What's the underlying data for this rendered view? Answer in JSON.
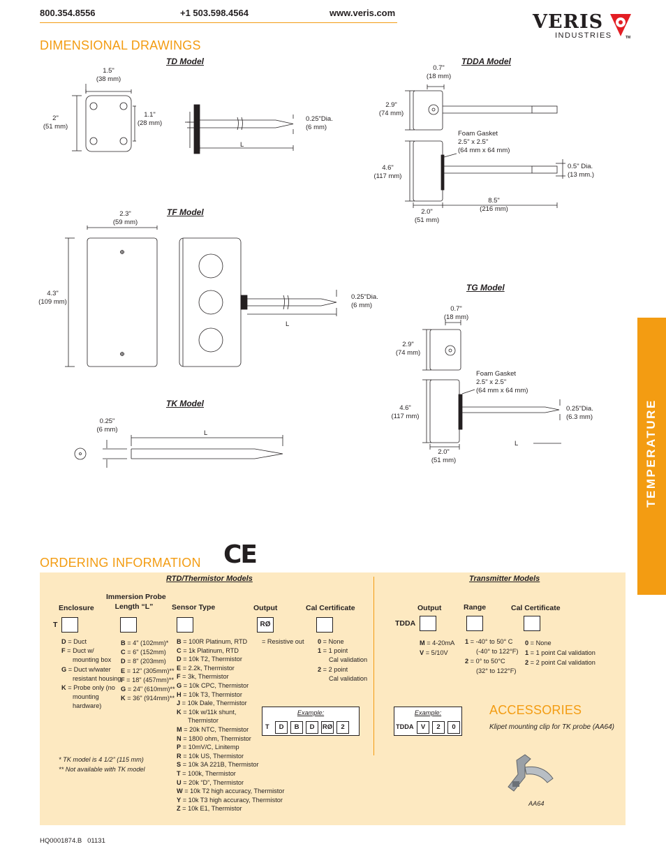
{
  "header": {
    "phone1": "800.354.8556",
    "phone2": "+1 503.598.4564",
    "web": "www.veris.com",
    "brand_main": "VERIS",
    "brand_sub": "INDUSTRIES",
    "brand_tm": "TM"
  },
  "side_tab": "TEMPERATURE",
  "dimensional": {
    "title": "DIMENSIONAL DRAWINGS",
    "td": {
      "label": "TD Model",
      "width": "1.5\"",
      "width_mm": "(38 mm)",
      "height": "2\"",
      "height_mm": "(51 mm)",
      "inner": "1.1\"",
      "inner_mm": "(28 mm)",
      "dia": "0.25\"Dia.",
      "dia_mm": "(6 mm)",
      "len": "L"
    },
    "tdda": {
      "label": "TDDA Model",
      "w": "0.7\"",
      "w_mm": "(18 mm)",
      "h1": "2.9\"",
      "h1_mm": "(74 mm)",
      "gasket1": "Foam Gasket",
      "gasket2": "2.5\" x 2.5\"",
      "gasket3": "(64 mm x 64 mm)",
      "h2": "4.6\"",
      "h2_mm": "(117 mm)",
      "dia": "0.5\" Dia.",
      "dia_mm": "(13 mm.)",
      "depth": "2.0\"",
      "depth_mm": "(51 mm)",
      "len": "8.5\"",
      "len_mm": "(216 mm)"
    },
    "tf": {
      "label": "TF Model",
      "width": "2.3\"",
      "width_mm": "(59 mm)",
      "height": "4.3\"",
      "height_mm": "(109 mm)",
      "dia": "0.25\"Dia.",
      "dia_mm": "(6 mm)",
      "len": "L"
    },
    "tg": {
      "label": "TG Model",
      "w": "0.7\"",
      "w_mm": "(18 mm)",
      "h1": "2.9\"",
      "h1_mm": "(74 mm)",
      "gasket1": "Foam Gasket",
      "gasket2": "2.5\" x 2.5\"",
      "gasket3": "(64 mm x 64 mm)",
      "h2": "4.6\"",
      "h2_mm": "(117 mm)",
      "dia": "0.25\"Dia.",
      "dia_mm": "(6.3 mm)",
      "depth": "2.0\"",
      "depth_mm": "(51 mm)",
      "len": "L"
    },
    "tk": {
      "label": "TK Model",
      "dia": "0.25\"",
      "dia_mm": "(6 mm)",
      "len": "L"
    }
  },
  "ordering": {
    "title": "ORDERING INFORMATION",
    "ce_mark": "CE",
    "rtd_title": "RTD/Thermistor Models",
    "trans_title": "Transmitter Models",
    "rtd": {
      "prefix": "T",
      "col_enclosure": "Enclosure",
      "col_length_1": "Immersion Probe",
      "col_length_2": "Length “L”",
      "col_sensor": "Sensor Type",
      "col_output": "Output",
      "col_cal": "Cal Certificate",
      "output_box": "RØ",
      "enclosure_opts": [
        [
          "D",
          " = Duct"
        ],
        [
          "F",
          " = Duct w/"
        ],
        [
          "",
          "mounting box"
        ],
        [
          "G",
          " = Duct w/water"
        ],
        [
          "",
          "resistant housing"
        ],
        [
          "K",
          " = Probe only (no"
        ],
        [
          "",
          "mounting"
        ],
        [
          "",
          "hardware)"
        ]
      ],
      "length_opts": [
        [
          "B",
          " = 4\" (102mm)*"
        ],
        [
          "C",
          " = 6\" (152mm)"
        ],
        [
          "D",
          " = 8\" (203mm)"
        ],
        [
          "E",
          " = 12\" (305mm)**"
        ],
        [
          "F",
          " = 18\" (457mm)**"
        ],
        [
          "G",
          " = 24\" (610mm)**"
        ],
        [
          "K",
          " = 36\" (914mm)**"
        ]
      ],
      "sensor_opts": [
        [
          "B",
          " = 100R Platinum, RTD"
        ],
        [
          "C",
          " = 1k Platinum, RTD"
        ],
        [
          "D",
          " = 10k T2, Thermistor"
        ],
        [
          "E",
          " = 2.2k, Thermistor"
        ],
        [
          "F",
          " = 3k, Thermistor"
        ],
        [
          "G",
          " = 10k CPC, Thermistor"
        ],
        [
          "H",
          " = 10k T3, Thermistor"
        ],
        [
          "J",
          " = 10k Dale, Thermistor"
        ],
        [
          "K",
          " = 10k w/11k shunt,"
        ],
        [
          "",
          "Thermistor"
        ],
        [
          "M",
          " = 20k NTC, Thermistor"
        ],
        [
          "N",
          " = 1800 ohm, Thermistor"
        ],
        [
          "P",
          " = 10mV/C, Linitemp"
        ],
        [
          "R",
          " = 10k US, Thermistor"
        ],
        [
          "S",
          " = 10k 3A 221B, Thermistor"
        ],
        [
          "T",
          " = 100k, Thermistor"
        ],
        [
          "U",
          " = 20k “D”, Thermistor"
        ],
        [
          "W",
          " = 10k T2 high accuracy, Thermistor"
        ],
        [
          "Y",
          " = 10k T3 high accuracy, Thermistor"
        ],
        [
          "Z",
          " = 10k E1, Thermistor"
        ]
      ],
      "output_opt": "= Resistive out",
      "cal_opts": [
        [
          "0",
          " = None"
        ],
        [
          "1",
          " = 1 point"
        ],
        [
          "",
          "Cal validation"
        ],
        [
          "2",
          " = 2 point"
        ],
        [
          "",
          "Cal validation"
        ]
      ],
      "example_label": "Example:",
      "example": [
        "T",
        "D",
        "B",
        "D",
        "RØ",
        "2"
      ],
      "footnote1": "* TK model is 4 1/2” (115 mm)",
      "footnote2": "** Not available with TK model"
    },
    "trans": {
      "prefix": "TDDA",
      "col_output": "Output",
      "col_range": "Range",
      "col_cal": "Cal Certificate",
      "output_opts": [
        [
          "M",
          " = 4-20mA"
        ],
        [
          "V",
          " = 5/10V"
        ]
      ],
      "range_opts": [
        [
          "1",
          " = -40° to 50° C"
        ],
        [
          "",
          "(-40° to 122°F)"
        ],
        [
          "2",
          " = 0° to 50°C"
        ],
        [
          "",
          "(32° to 122°F)"
        ]
      ],
      "cal_opts": [
        [
          "0",
          " = None"
        ],
        [
          "1",
          " = 1 point Cal validation"
        ],
        [
          "2",
          " = 2 point Cal validation"
        ]
      ],
      "example_label": "Example:",
      "example": [
        "TDDA",
        "V",
        "2",
        "0"
      ]
    },
    "accessories": {
      "title": "ACCESSORIES",
      "desc": "Klipet mounting clip for TK probe (AA64)",
      "part": "AA64"
    }
  },
  "footer": {
    "docnum": "HQ0001874.B",
    "code": "01131"
  }
}
